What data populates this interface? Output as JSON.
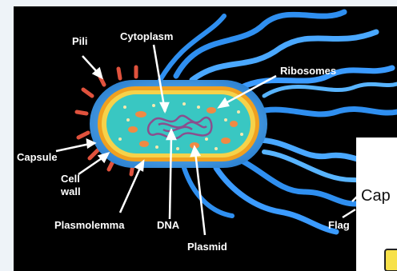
{
  "diagram": {
    "labels": {
      "pili": "Pili",
      "cytoplasm": "Cytoplasm",
      "ribosomes": "Ribosomes",
      "capsule": "Capsule",
      "cell_wall_1": "Cell",
      "cell_wall_2": "wall",
      "plasmolemma": "Plasmolemma",
      "dna": "DNA",
      "plasmid": "Plasmid",
      "flagella_partial": "Flag"
    },
    "colors": {
      "background": "#000000",
      "capsule": "#3aa0e8",
      "cell_wall": "#f0a020",
      "membrane": "#f6d24a",
      "cytoplasm": "#39c7c2",
      "dna": "#8a4f8e",
      "plasmid": "#f08a44",
      "pili": "#e0523d",
      "flagella": "#2f8ff0"
    }
  },
  "overlay": {
    "partial_text": "Cap"
  }
}
